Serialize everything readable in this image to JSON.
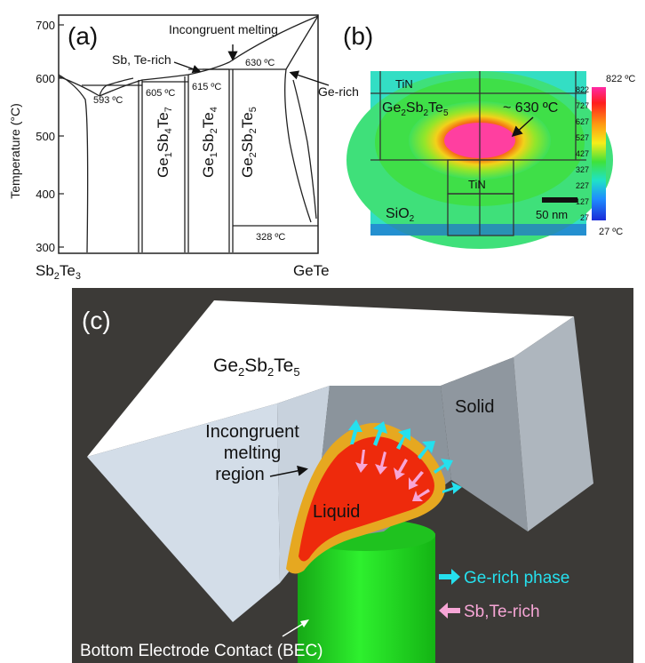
{
  "panel_a": {
    "label": "(a)",
    "y_axis_label": "Temperature (°C)",
    "y_ticks": [
      "700",
      "600",
      "500",
      "400",
      "300"
    ],
    "x_left": {
      "main": "Sb",
      "sub1": "2",
      "mid": "Te",
      "sub2": "3"
    },
    "x_right": "GeTe",
    "incongruent_label": "Incongruent melting",
    "sbte_rich_label": "Sb, Te-rich",
    "ge_rich_label": "Ge-rich",
    "temps": {
      "t593": "593 ºC",
      "t605": "605 ºC",
      "t615": "615 ºC",
      "t630": "630 ºC",
      "t328": "328 ºC"
    },
    "phases": {
      "gst147": {
        "a": "Ge",
        "b": "1",
        "c": "Sb",
        "d": "4",
        "e": "Te",
        "f": "7"
      },
      "gst124": {
        "a": "Ge",
        "b": "1",
        "c": "Sb",
        "d": "2",
        "e": "Te",
        "f": "4"
      },
      "gst225": {
        "a": "Ge",
        "b": "2",
        "c": "Sb",
        "d": "2",
        "e": "Te",
        "f": "5"
      }
    }
  },
  "panel_b": {
    "label": "(b)",
    "tin_top": "TiN",
    "tin_bottom": "TiN",
    "gst": {
      "a": "Ge",
      "b": "2",
      "c": "Sb",
      "d": "2",
      "e": "Te",
      "f": "5"
    },
    "sio2": {
      "a": "SiO",
      "b": "2"
    },
    "peak_label": "~ 630 ºC",
    "scale_bar": "50 nm",
    "colorbar_max": "822 ºC",
    "colorbar_min": "27 ºC",
    "colorbar_ticks": [
      "822",
      "727",
      "627",
      "527",
      "427",
      "327",
      "227",
      "127",
      "27"
    ]
  },
  "panel_c": {
    "label": "(c)",
    "gst": {
      "a": "Ge",
      "b": "2",
      "c": "Sb",
      "d": "2",
      "e": "Te",
      "f": "5"
    },
    "solid": "Solid",
    "region_lines": [
      "Incongruent",
      "melting",
      "region"
    ],
    "liquid": "Liquid",
    "legend_ge": "Ge-rich phase",
    "legend_sbte": "Sb,Te-rich",
    "bec": "Bottom Electrode Contact (BEC)",
    "colors": {
      "background": "#3c3a37",
      "ge_arrow": "#25e0ee",
      "sbte_arrow": "#f7a6d6",
      "liquid": "#ee2a0c",
      "rim": "#e6a820",
      "bec": "#22dd22"
    }
  }
}
